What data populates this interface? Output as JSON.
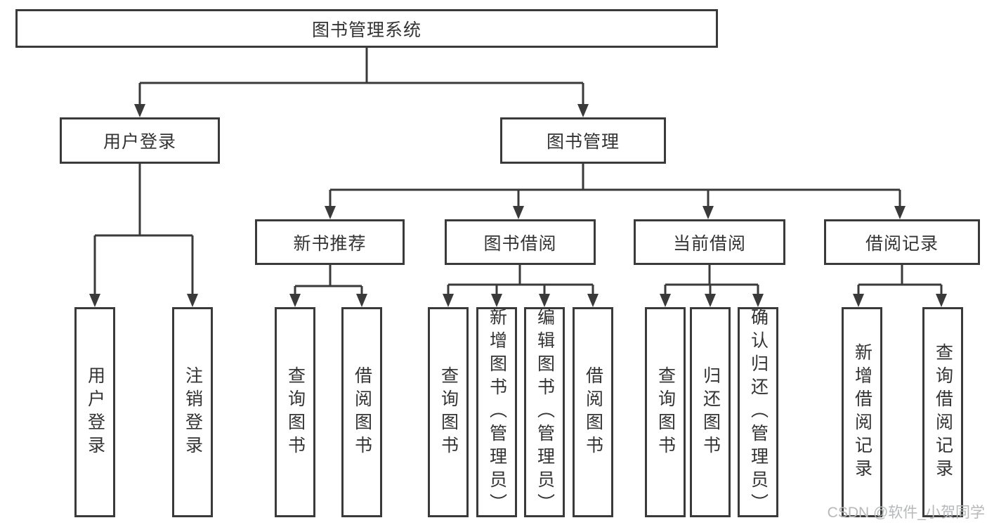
{
  "diagram": {
    "root": {
      "label": "图书管理系统"
    },
    "branches": [
      {
        "label": "用户登录",
        "children": [
          {
            "label": "用户登录"
          },
          {
            "label": "注销登录"
          }
        ]
      },
      {
        "label": "图书管理",
        "children": [
          {
            "label": "新书推荐",
            "children": [
              {
                "label": "查询图书"
              },
              {
                "label": "借阅图书"
              }
            ]
          },
          {
            "label": "图书借阅",
            "children": [
              {
                "label": "查询图书"
              },
              {
                "label": "新增图书（管理员）"
              },
              {
                "label": "编辑图书（管理员）"
              },
              {
                "label": "借阅图书"
              }
            ]
          },
          {
            "label": "当前借阅",
            "children": [
              {
                "label": "查询图书"
              },
              {
                "label": "归还图书"
              },
              {
                "label": "确认归还（管理员）"
              }
            ]
          },
          {
            "label": "借阅记录",
            "children": [
              {
                "label": "新增借阅记录"
              },
              {
                "label": "查询借阅记录"
              }
            ]
          }
        ]
      }
    ]
  },
  "watermark": {
    "text": "CSDN @软件_小贺同学"
  },
  "colors": {
    "line": "#3a3a3a",
    "box_border": "#3a3a3a",
    "text": "#333333",
    "background": "#ffffff",
    "watermark": "#b6b8ba"
  }
}
